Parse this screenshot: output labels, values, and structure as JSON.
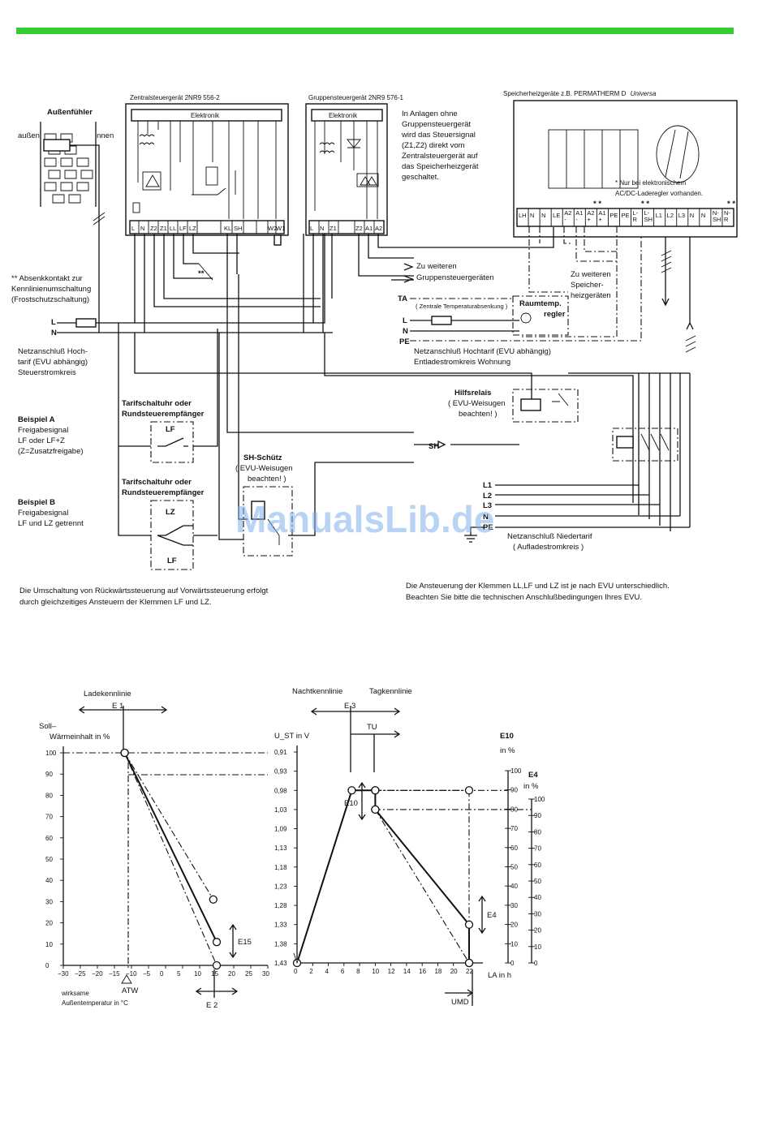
{
  "colors": {
    "top_bar": "#33cc33",
    "watermark": "#7fb0ea"
  },
  "watermark": "ManualsLib.de",
  "diagram": {
    "sensor_title": "Außenfühler",
    "sensor_out": "außen",
    "sensor_in": "innen",
    "central_title": "Zentralsteuergerät 2NR9 556-2",
    "group_title": "Gruppensteuergerät 2NR9 576-1",
    "heater_title": "Speicherheizgeräte z.B. PERMATHERM D",
    "heater_title_italic": "Universa",
    "elektronik": "Elektronik",
    "central_terminals": [
      "L",
      "N",
      "Z2",
      "Z1",
      "LL",
      "LF",
      "LZ",
      "KL",
      "SH",
      "W2",
      "W1"
    ],
    "group_terminals": [
      "L",
      "N",
      "Z1",
      "Z2",
      "A1",
      "A2"
    ],
    "heater_terminals": [
      "LH",
      "N",
      "N",
      "LE",
      "A2 -",
      "A1 -",
      "A2 +",
      "A1 +",
      "PE",
      "PE",
      "L- R",
      "L- SH",
      "L1",
      "L2",
      "L3",
      "N",
      "N",
      "N- SH",
      "N- R"
    ],
    "group_note": [
      "In Anlagen ohne",
      "Gruppensteuergerät",
      "wird das Steuersignal",
      "(Z1,Z2) direkt vom",
      "Zentralsteuergerät auf",
      "das Speicherheizgerät",
      "geschaltet."
    ],
    "star_note": [
      "*  Nur bei elektronischem",
      "AC/DC-Laderegler vorhanden."
    ],
    "absenk": [
      "** Absenkkontakt zur",
      "Kennlinienumschaltung",
      "(Frostschutzschaltung)"
    ],
    "to_groups": [
      "Zu weiteren",
      "Gruppensteuergeräten"
    ],
    "to_heaters": [
      "Zu weiteren",
      "Speicher-",
      "heizgeräten"
    ],
    "ta": "TA",
    "ta_note": "( Zentrale Temperaturabsenkung )",
    "room_reg": [
      "Raumtemp.",
      "regler"
    ],
    "pe": "PE",
    "l": "L",
    "n": "N",
    "mains_high_left": [
      "Netzanschluß Hoch-",
      "tarif (EVU abhängig)",
      "Steuerstromkreis"
    ],
    "mains_high_right": [
      "Netzanschluß Hochtarif (EVU abhängig)",
      "Entladestromkreis Wohnung"
    ],
    "tarif1": [
      "Tarifschaltuhr oder",
      "Rundsteuerempfänger"
    ],
    "tarif2": [
      "Tarifschaltuhr oder",
      "Rundsteuerempfänger"
    ],
    "lf": "LF",
    "lz": "LZ",
    "beispiel_a": [
      "Beispiel A",
      "Freigabesignal",
      "LF oder LF+Z",
      "(Z=Zusatzfreigabe)"
    ],
    "beispiel_b": [
      "Beispiel B",
      "Freigabesignal",
      "LF und LZ getrennt"
    ],
    "sh_contactor": [
      "SH-Schütz",
      "( EVU-Weisugen",
      "beachten! )"
    ],
    "sh": "SH",
    "hilfsrelais": [
      "Hilfsrelais",
      "( EVU-Weisugen",
      "beachten! )"
    ],
    "phases": [
      "L1",
      "L2",
      "L3",
      "N",
      "PE"
    ],
    "mains_low": [
      "Netzanschluß Niedertarif",
      "( Aufladestromkreis )"
    ],
    "note_left": [
      "Die Umschaltung von Rückwärtssteuerung auf Vorwärtssteuerung erfolgt",
      "durch gleichzeitiges Ansteuern der Klemmen LF und LZ."
    ],
    "note_right": [
      "Die Ansteuerung der Klemmen LL,LF und LZ ist je nach EVU unterschiedlich.",
      "Beachten Sie bitte die technischen Anschlußbedingungen Ihres EVU."
    ]
  },
  "chart_data": [
    {
      "type": "line",
      "title": "Ladekennlinie",
      "ylabel": "Soll– Wärmeinhalt in %",
      "xlabel": "wirksame Außentemperatur in °C",
      "xlim": [
        -30,
        30
      ],
      "ylim": [
        0,
        100
      ],
      "x_ticks": [
        "−30",
        "−25",
        "−20",
        "−15",
        "−10",
        "−5",
        "0",
        "5",
        "10",
        "15",
        "20",
        "25",
        "30"
      ],
      "y_ticks": [
        "0",
        "10",
        "20",
        "30",
        "40",
        "50",
        "60",
        "70",
        "80",
        "90",
        "100"
      ],
      "annotations": [
        "E 1",
        "E 2",
        "E15",
        "ATW"
      ],
      "series": [
        {
          "x": [
            -12,
            15
          ],
          "y": [
            100,
            11
          ]
        },
        {
          "x": [
            -12,
            14
          ],
          "y": [
            100,
            31
          ]
        },
        {
          "x": [
            -12,
            15
          ],
          "y": [
            100,
            0
          ]
        }
      ]
    },
    {
      "type": "line",
      "title": "Nachtkennlinie",
      "title2": "Tagkennlinie",
      "ylabel": "U_ST in V",
      "xlabel": "LA in h",
      "xlim": [
        0,
        22
      ],
      "x_ticks": [
        "0",
        "2",
        "4",
        "6",
        "8",
        "10",
        "12",
        "14",
        "16",
        "18",
        "20",
        "22"
      ],
      "y_ticks": [
        "0,91",
        "0,93",
        "0,98",
        "1,03",
        "1,09",
        "1,13",
        "1,18",
        "1,23",
        "1,28",
        "1,33",
        "1,38",
        "1,43"
      ],
      "e10_label": "E10",
      "e10_unit": "in %",
      "e10_ticks": [
        "0",
        "10",
        "20",
        "30",
        "40",
        "50",
        "60",
        "70",
        "80",
        "90",
        "100"
      ],
      "e4_label": "E4",
      "e4_unit": "in %",
      "e4_ticks": [
        "0",
        "10",
        "20",
        "30",
        "40",
        "50",
        "60",
        "70",
        "80",
        "90",
        "100"
      ],
      "annotations": [
        "E 3",
        "TU",
        "E10",
        "E4",
        "UMD"
      ],
      "series": [
        {
          "x": [
            0,
            7,
            10,
            10,
            22,
            22
          ],
          "y": [
            1.43,
            0.98,
            0.98,
            1.03,
            1.33,
            1.43
          ]
        },
        {
          "x": [
            10,
            22
          ],
          "y": [
            1.03,
            1.43
          ]
        },
        {
          "x": [
            10,
            22
          ],
          "y": [
            0.98,
            0.98
          ]
        }
      ]
    }
  ]
}
